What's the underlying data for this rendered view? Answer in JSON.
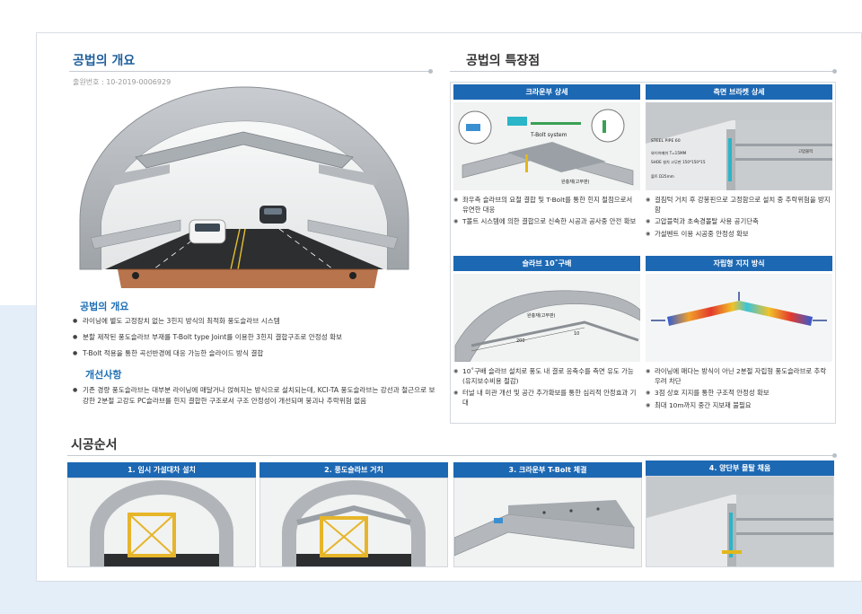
{
  "overview": {
    "title": "공법의 개요",
    "application_number": "출원번호 : 10-2019-0006929",
    "sub1": "공법의 개요",
    "bullets1": [
      "라이닝에 별도 고정장치 없는 3힌지 방식의 최적화 풍도슬라브 시스템",
      "분할 제작된 풍도슬라브 부재를 T-Bolt type Joint를 이용한 3힌지 결합구조로 안정성 확보",
      "T-Bolt 적용을 통한 곡선반경에 대응 가능한 슬라이드 방식 결합"
    ],
    "sub2": "개선사항",
    "bullets2": [
      "기존 경량 풍도슬라브는 대부분 라이닝에 매달거나 얹혀지는 방식으로 설치되는데, KCI-TA 풍도슬라브는 강선과 철근으로 보강한 2분절 고강도 PC슬라브를 힌지 결합한 구조로서 구조 안정성이 개선되며 붕괴나 추락위험 없음"
    ]
  },
  "features": {
    "title": "공법의 특장점",
    "panels": [
      {
        "header": "크라운부 상세",
        "labels": [
          "T-Bolt system",
          "완충재(고무판)"
        ],
        "bullets": [
          "좌우측 슬라브의 요철 결합 및 T-Bolt를 통한 힌지 절점으로서 유연한 대응",
          "T볼트 시스템에 의한 결합으로 신속한 시공과 공사중 안전 확보"
        ]
      },
      {
        "header": "측면 브라켓 상세",
        "labels": [
          "STEEL PIPE 60",
          "와이어메쉬 T=15MM",
          "SHOE 설치 고무판 150*150*15",
          "볼트 D25mm",
          "고압블럭"
        ],
        "bullets": [
          "걸침턱 거치 후 강봉핀으로 고정함으로 설치 중 추락위험을 방지함",
          "고압블럭과 초속경몰탈 사용 공기단축",
          "가설벤트 이용 시공중 안정성 확보"
        ]
      },
      {
        "header": "슬라브 10˚구배",
        "labels": [
          "완충재(고무판)",
          "10",
          "200"
        ],
        "bullets": [
          "10˚구배 슬라브 설치로 풍도 내 결로 응축수를 측면 유도 가능 (유지보수비용 절감)",
          "터널 내 미관 개선 및 공간 추가확보를 통한 심리적 안정효과 기대"
        ]
      },
      {
        "header": "자립형 지지 방식",
        "labels": [],
        "bullets": [
          "라이닝에 매다는 방식이 아닌 2분절 자립형 풍도슬라브로 추락 우려 차단",
          "3점 상호 지지를 통한 구조적 안정성 확보",
          "최대 10m까지 중간 지보재 불필요"
        ]
      }
    ]
  },
  "procedure": {
    "title": "시공순서",
    "steps": [
      {
        "label": "1. 임시 가설대차 설치"
      },
      {
        "label": "2. 풍도슬라브 거치"
      },
      {
        "label": "3. 크라운부 T-Bolt 체결"
      },
      {
        "label": "4. 양단부 몰탈 채움"
      }
    ]
  },
  "colors": {
    "accent": "#1d68b3",
    "title_blue": "#1f5f9c",
    "background_band": "#e4eef9"
  }
}
